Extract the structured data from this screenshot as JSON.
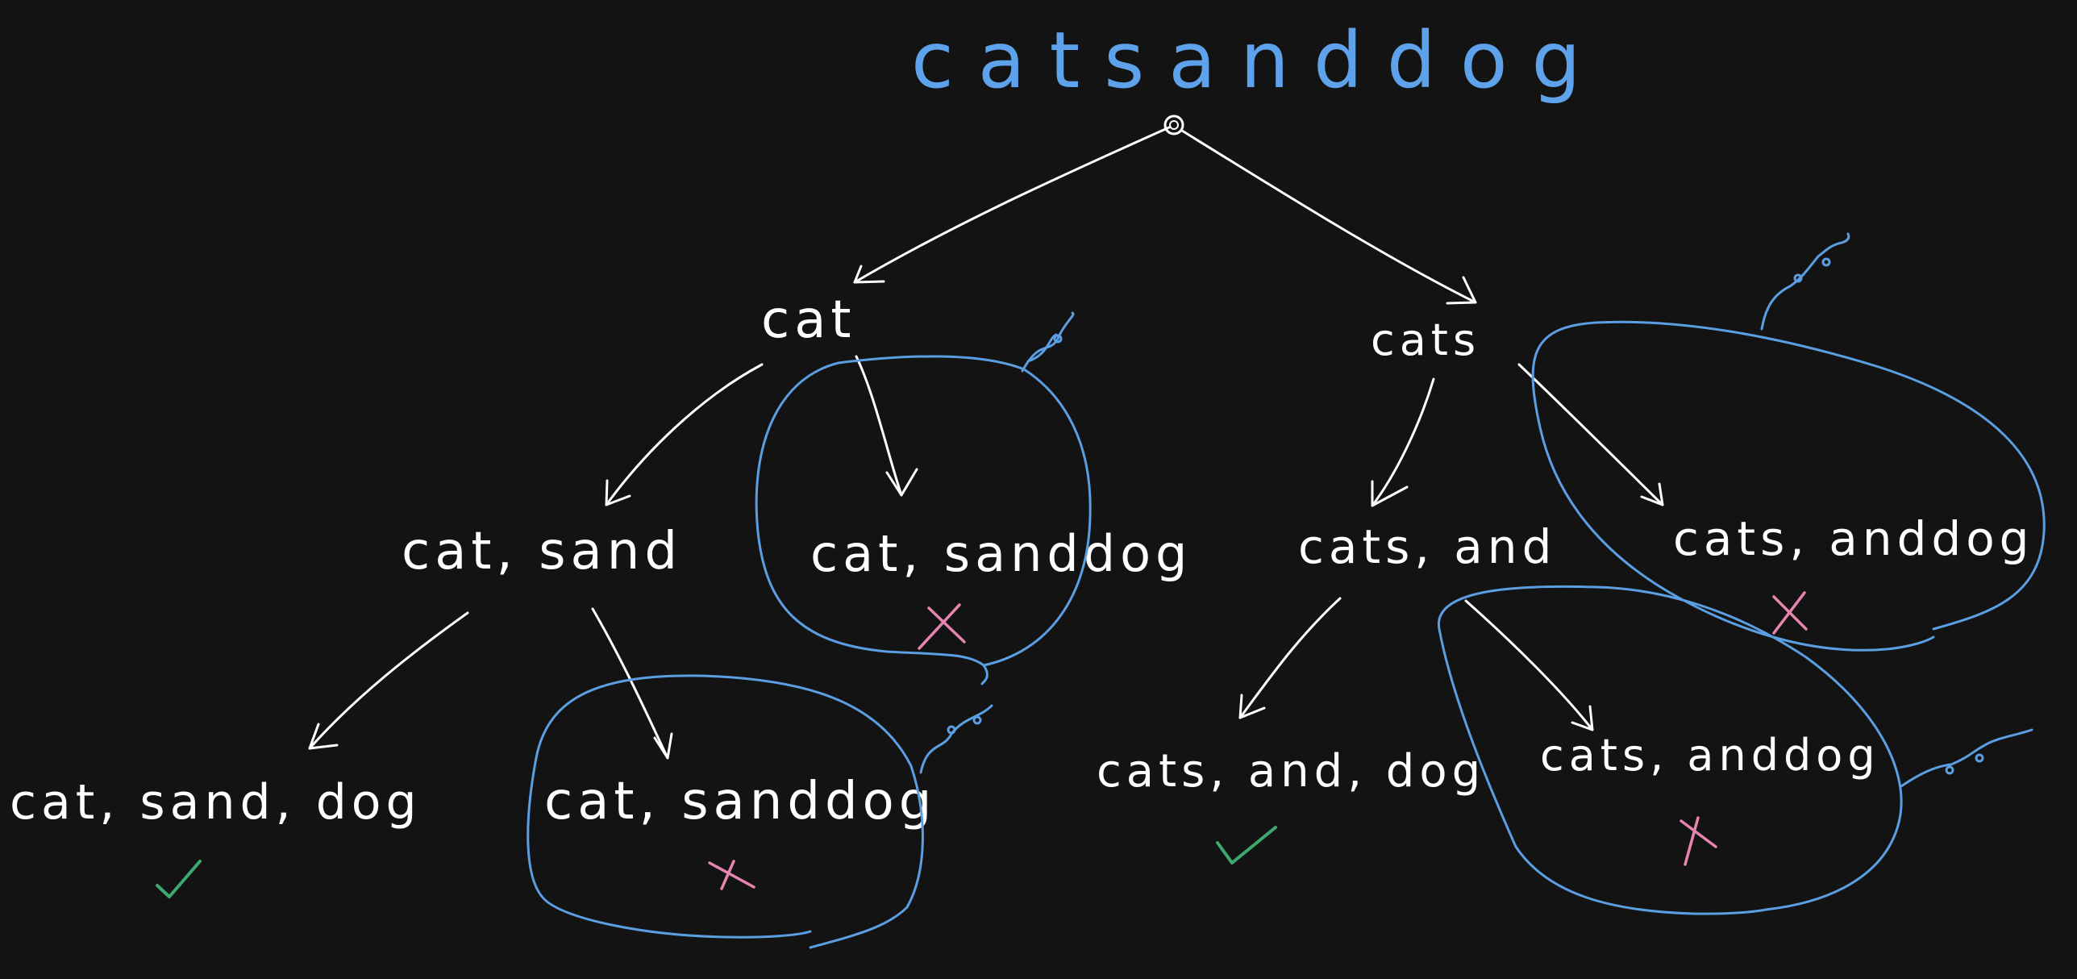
{
  "root": {
    "label": "catsanddog"
  },
  "nodes": {
    "cat": "cat",
    "cats": "cats",
    "cat_sand": "cat, sand",
    "cat_sanddog": "cat, sanddog",
    "cats_and": "cats, and",
    "cats_anddog": "cats, anddog",
    "cat_sand_dog": "cat, sand, dog",
    "cat_sanddog_2": "cat, sanddog",
    "cats_and_dog": "cats, and, dog",
    "cats_anddog_2": "cats, anddog"
  },
  "colors": {
    "background": "#131313",
    "ink": "#ffffff",
    "highlight": "#5b9ee2",
    "fail": "#e685b0",
    "success": "#3fa86f"
  },
  "marks": {
    "fail": "cross-mark",
    "success": "check-mark"
  }
}
